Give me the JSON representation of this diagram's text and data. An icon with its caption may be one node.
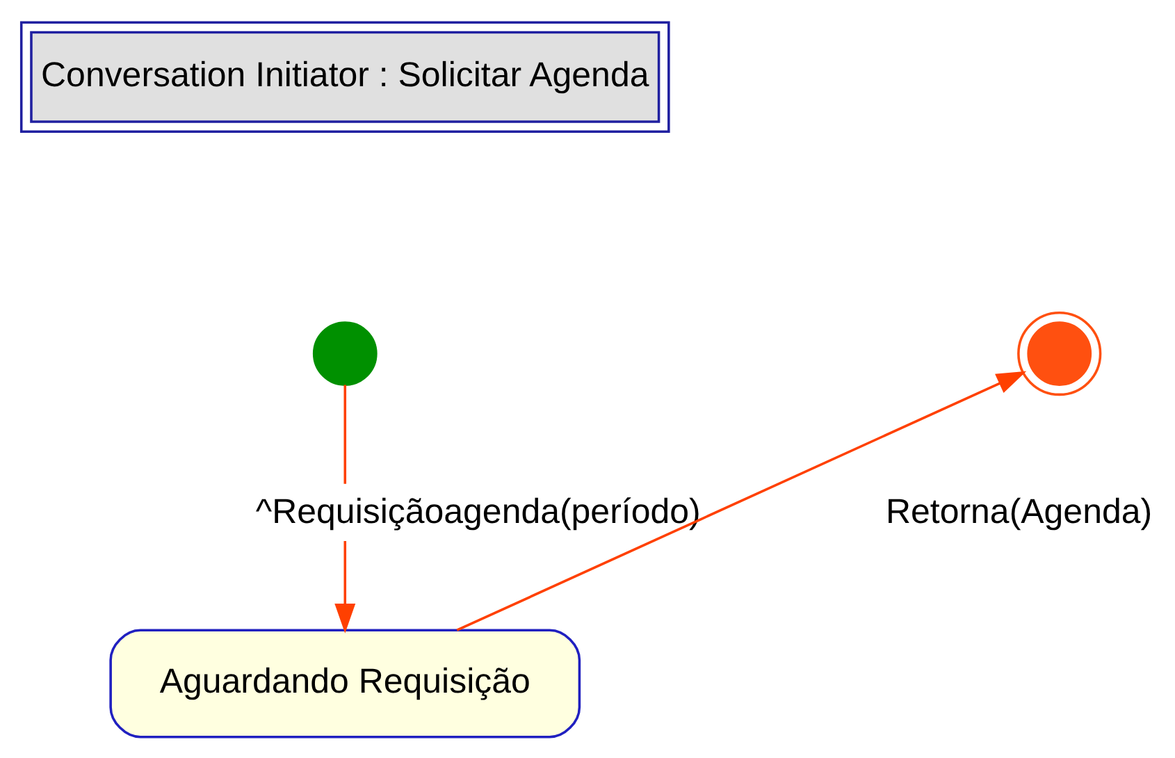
{
  "diagram": {
    "nodes": [
      {
        "text": [
          "Conversation Initiator : Solicitar Agenda"
        ]
      },
      {
        "text": [],
        "shape": "circle"
      },
      {
        "text": [],
        "shape": "circle"
      },
      {
        "text": [
          "Aguardando Requisição"
        ]
      }
    ],
    "edges": [
      {
        "from": 1,
        "to": 3,
        "arrow": "to",
        "label": "^Requisiçãoagenda(período)"
      },
      {
        "from": 3,
        "to": 2,
        "arrow": "to",
        "label": "Retorna(Agenda)"
      }
    ]
  }
}
